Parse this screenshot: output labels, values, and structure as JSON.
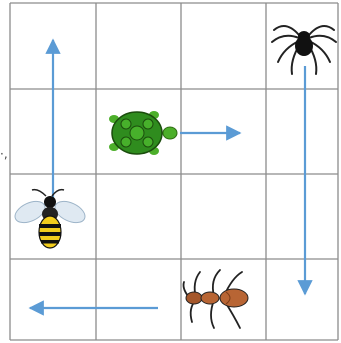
{
  "puzzle": {
    "grid": {
      "rows": 4,
      "cols": 4,
      "line_color": "#8c8c8c"
    },
    "arrow_color": "#5b9bd5",
    "stray_mark": "·,",
    "creatures": [
      {
        "id": "spider",
        "name": "spider-icon",
        "row": 0,
        "col": 3
      },
      {
        "id": "turtle",
        "name": "turtle-icon",
        "row": 1,
        "col": 1
      },
      {
        "id": "bee",
        "name": "bee-icon",
        "row": 2,
        "col": 0
      },
      {
        "id": "ant",
        "name": "ant-icon",
        "row": 3,
        "col": 2
      }
    ],
    "arrows": [
      {
        "name": "arrow-up",
        "direction": "up"
      },
      {
        "name": "arrow-right",
        "direction": "right"
      },
      {
        "name": "arrow-down",
        "direction": "down"
      },
      {
        "name": "arrow-left",
        "direction": "left"
      }
    ]
  }
}
